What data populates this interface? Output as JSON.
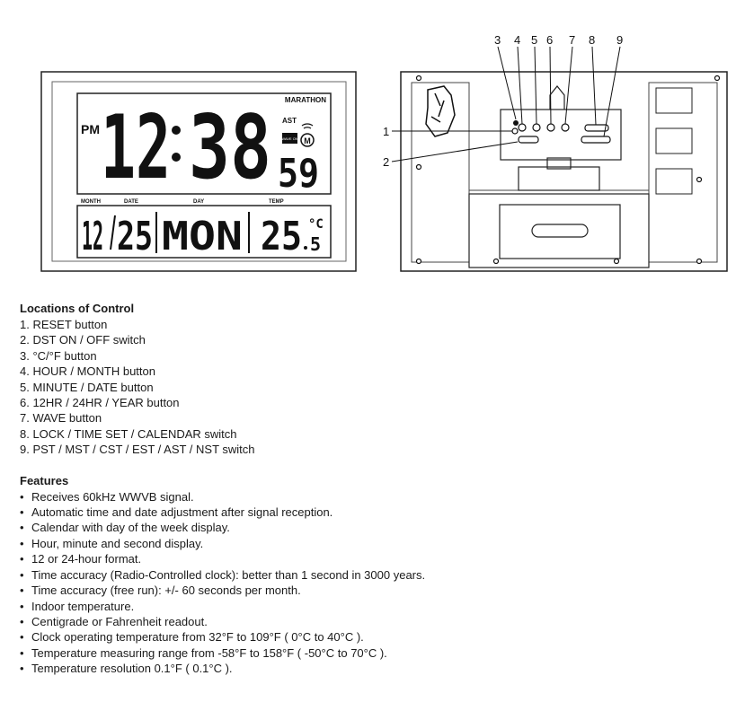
{
  "front_display": {
    "brand": "MARATHON",
    "pm": "PM",
    "hours": "12",
    "minutes": "38",
    "seconds": "59",
    "ast": "AST",
    "wave_label": "WAVE ON",
    "m_logo": "M",
    "labels": {
      "month": "MONTH",
      "date": "DATE",
      "day": "DAY",
      "temp": "TEMP"
    },
    "month": "12",
    "date": "25",
    "day": "MON",
    "temp": "25",
    "temp_decimal": "5",
    "temp_unit": "°C"
  },
  "callouts": [
    "1",
    "2",
    "3",
    "4",
    "5",
    "6",
    "7",
    "8",
    "9"
  ],
  "controls_title": "Locations of Control",
  "controls": [
    "1. RESET button",
    "2. DST ON / OFF switch",
    "3. °C/°F button",
    "4. HOUR / MONTH button",
    "5. MINUTE / DATE button",
    "6. 12HR / 24HR / YEAR button",
    "7. WAVE button",
    "8. LOCK / TIME SET / CALENDAR switch",
    "9. PST / MST / CST / EST / AST / NST switch"
  ],
  "features_title": "Features",
  "features": [
    "Receives 60kHz WWVB signal.",
    "Automatic time and date adjustment after signal reception.",
    "Calendar with day of the week display.",
    "Hour, minute and second display.",
    "12 or 24-hour format.",
    "Time accuracy (Radio-Controlled clock): better than 1 second in 3000 years.",
    "Time accuracy (free run): +/- 60 seconds per month.",
    "Indoor temperature.",
    "Centigrade or Fahrenheit readout.",
    "Clock operating temperature from 32°F to 109°F ( 0°C to 40°C ).",
    "Temperature measuring range from -58°F to 158°F ( -50°C to 70°C ).",
    "Temperature resolution 0.1°F ( 0.1°C )."
  ]
}
